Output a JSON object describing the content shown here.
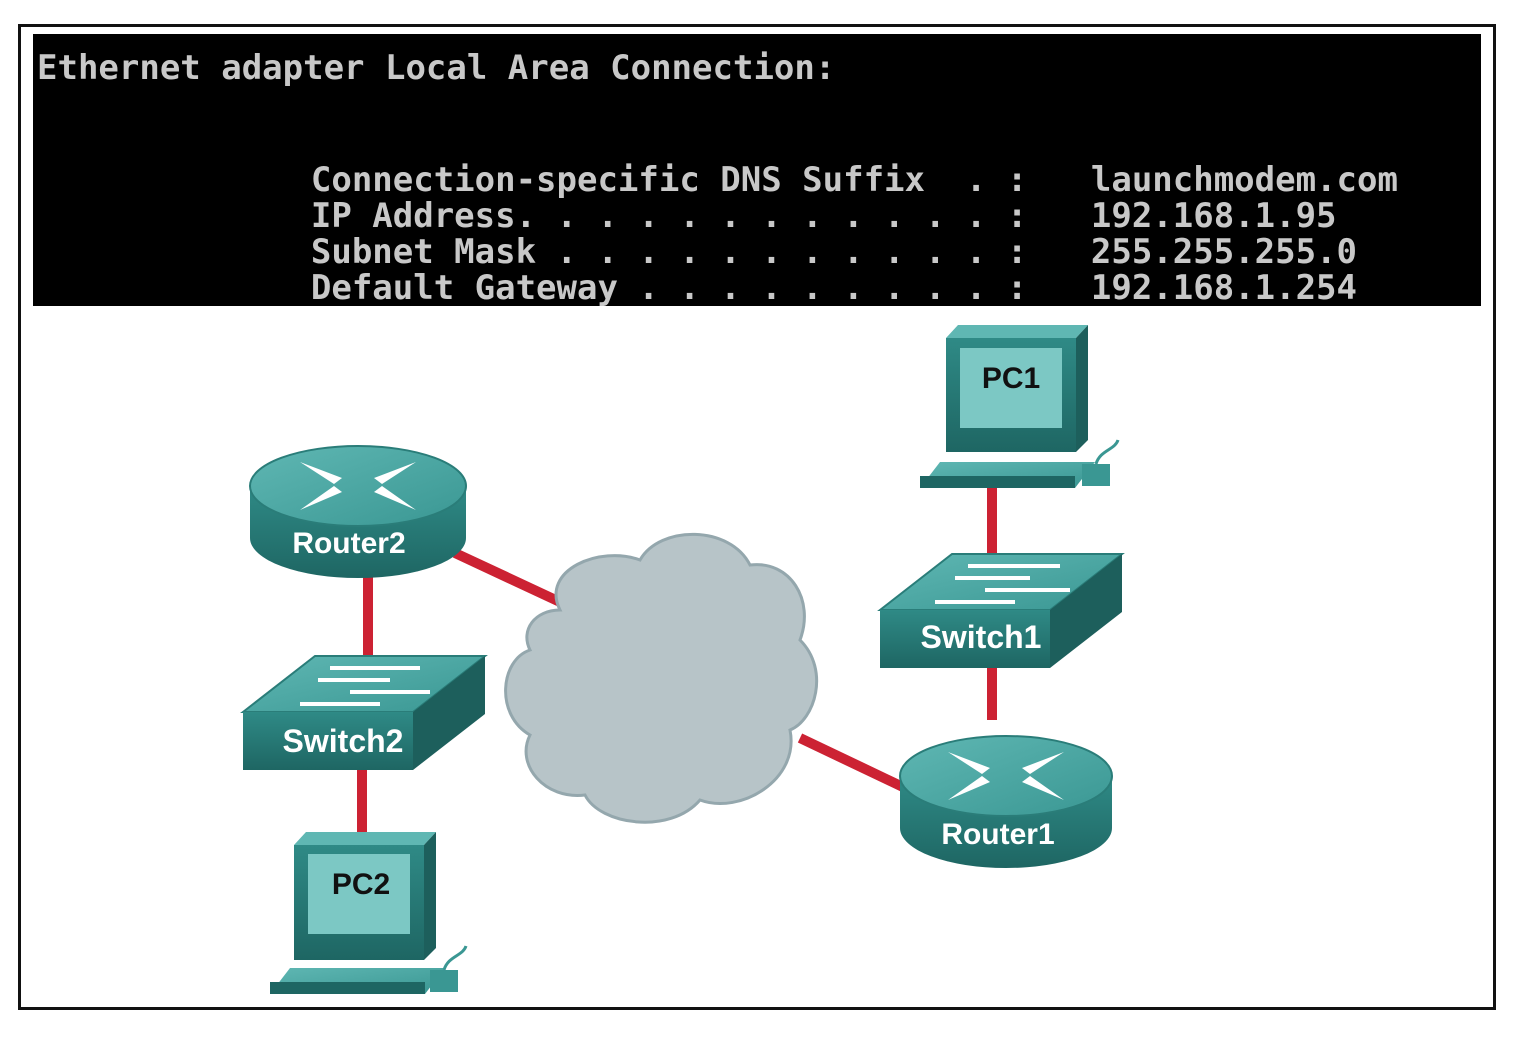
{
  "terminal": {
    "header": "Ethernet adapter Local Area Connection:",
    "rows": [
      {
        "label": "Connection-specific DNS Suffix  . :",
        "value": "launchmodem.com"
      },
      {
        "label": "IP Address. . . . . . . . . . . . :",
        "value": "192.168.1.95"
      },
      {
        "label": "Subnet Mask . . . . . . . . . . . :",
        "value": "255.255.255.0"
      },
      {
        "label": "Default Gateway . . . . . . . . . :",
        "value": "192.168.1.254"
      }
    ]
  },
  "devices": {
    "pc1": "PC1",
    "pc2": "PC2",
    "switch1": "Switch1",
    "switch2": "Switch2",
    "router1": "Router1",
    "router2": "Router2"
  },
  "colors": {
    "device_teal": "#3e9c98",
    "device_dark": "#1f6b68",
    "link_red": "#cc2233",
    "cloud": "#b7c4c8",
    "terminal_bg": "#000000"
  },
  "icons": [
    "router-icon",
    "switch-icon",
    "pc-icon",
    "cloud-icon"
  ]
}
